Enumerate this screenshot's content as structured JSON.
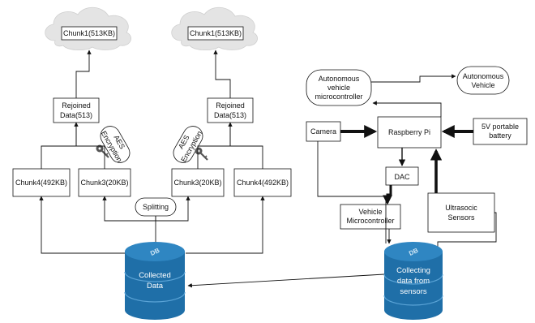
{
  "cloud_left_label": "Chunk1(513KB)",
  "cloud_right_label": "Chunk1(513KB)",
  "rejoined_left": [
    "Rejoined",
    "Data(513)"
  ],
  "rejoined_right": [
    "Rejoined",
    "Data(513)"
  ],
  "aes_left": [
    "AES",
    "Encryption"
  ],
  "aes_right": [
    "AES",
    "Encryption"
  ],
  "chunk4_left": "Chunk4(492KB)",
  "chunk3_left": "Chunk3(20KB)",
  "chunk3_right": "Chunk3(20KB)",
  "chunk4_right": "Chunk4(492KB)",
  "splitting": "Splitting",
  "db_left": {
    "tag": "DB",
    "lines": [
      "Collected",
      "Data"
    ]
  },
  "db_right": {
    "tag": "DB",
    "lines": [
      "Collecting",
      "data from",
      "sensors"
    ]
  },
  "av_microcontroller": [
    "Autonomous",
    "vehicle",
    "microcontroller"
  ],
  "av_vehicle": [
    "Autonomous",
    "Vehicle"
  ],
  "camera": "Camera",
  "raspberry_pi": "Raspberry Pi",
  "battery": [
    "5V portable",
    "battery"
  ],
  "dac": "DAC",
  "vehicle_microcontroller": [
    "Vehicle",
    "Microcontroller"
  ],
  "ultrasonic": [
    "Ultrasocic",
    "Sensors"
  ],
  "colors": {
    "db_blue": "#1f6fa8",
    "db_top": "#2f86c2",
    "cloud": "#e4e4e4"
  }
}
